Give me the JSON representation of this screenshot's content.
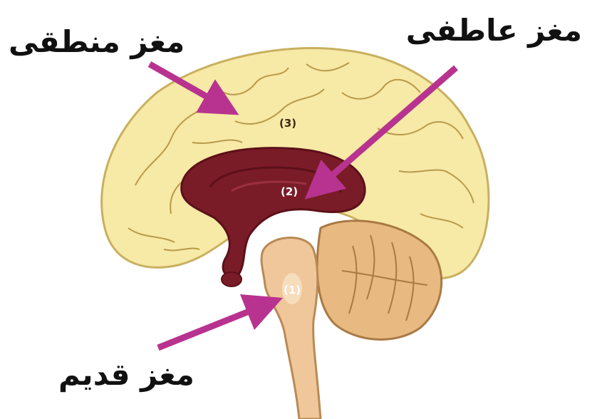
{
  "labels": {
    "logical_brain": "مغز منطقی",
    "emotional_brain": "مغز عاطفی",
    "old_brain": "مغز قدیم"
  },
  "region_numbers": {
    "cortex": "(3)",
    "limbic": "(2)",
    "brainstem": "(1)"
  },
  "colors": {
    "cortex": "#f7e9a6",
    "cortex_outline": "#c8b060",
    "limbic": "#7a1c28",
    "limbic_dark": "#5c1019",
    "brainstem": "#f0c79a",
    "cerebellum": "#e9b982",
    "arrow": "#b8338f",
    "label_text": "#111111"
  }
}
